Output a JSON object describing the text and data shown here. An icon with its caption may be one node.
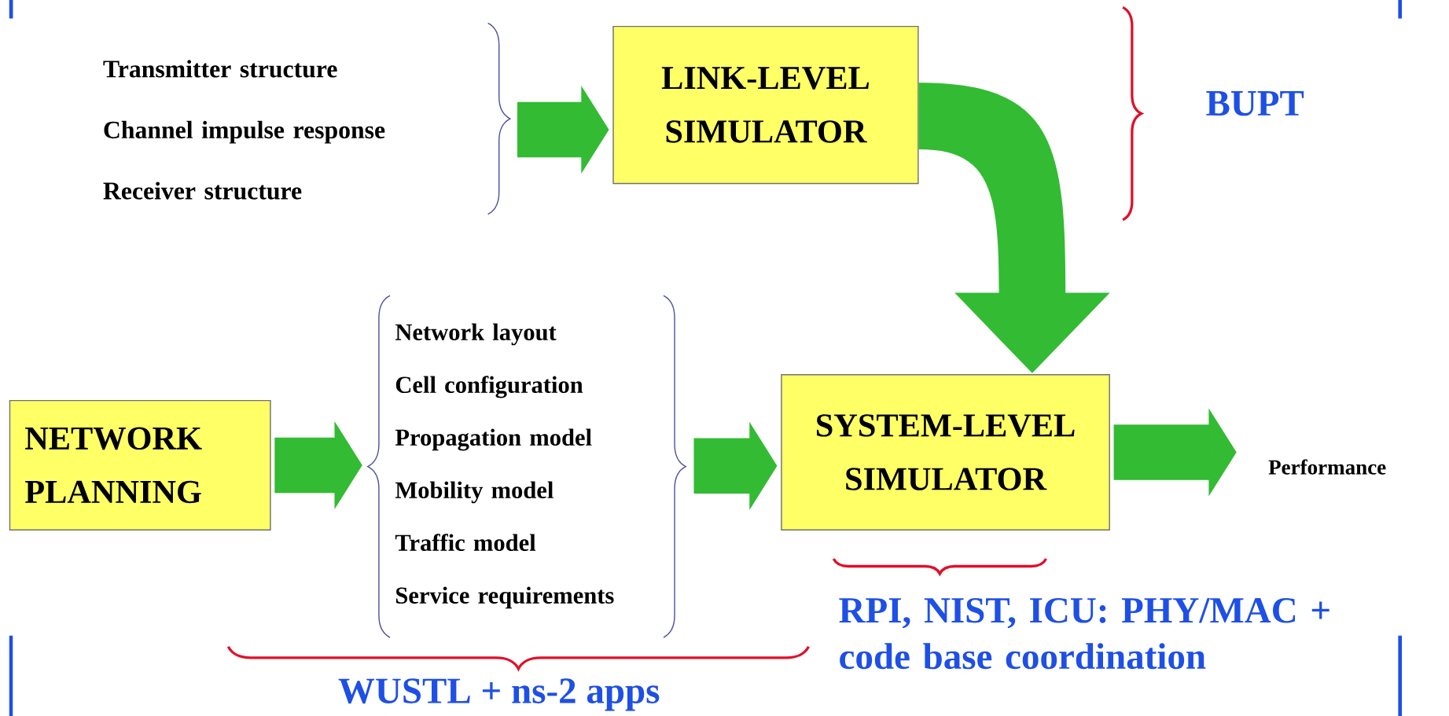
{
  "diagram": {
    "nodes": [
      {
        "text": [
          "Transmitter structure",
          "Channel impulse response",
          "Receiver structure"
        ]
      },
      {
        "text": [
          "LINK-LEVEL SIMULATOR"
        ]
      },
      {
        "text": [
          "NETWORK PLANNING"
        ]
      },
      {
        "text": [
          "Network layout",
          "Cell configuration",
          "Propagation model",
          "Mobility model",
          "Traffic model",
          "Service requirements"
        ]
      },
      {
        "text": [
          "SYSTEM-LEVEL SIMULATOR"
        ]
      },
      {
        "text": [
          "Performance"
        ]
      }
    ],
    "edges": [
      {
        "from": 0,
        "to": 1,
        "arrow": "to"
      },
      {
        "from": 1,
        "to": 4,
        "arrow": "to"
      },
      {
        "from": 2,
        "to": 3,
        "arrow": "to"
      },
      {
        "from": 3,
        "to": 4,
        "arrow": "to"
      },
      {
        "from": 4,
        "to": 5,
        "arrow": "to"
      }
    ],
    "labels": [
      "BUPT",
      "RPI, NIST, ICU: PHY/MAC + code base coordination",
      "WUSTL + ns-2 apps"
    ]
  }
}
